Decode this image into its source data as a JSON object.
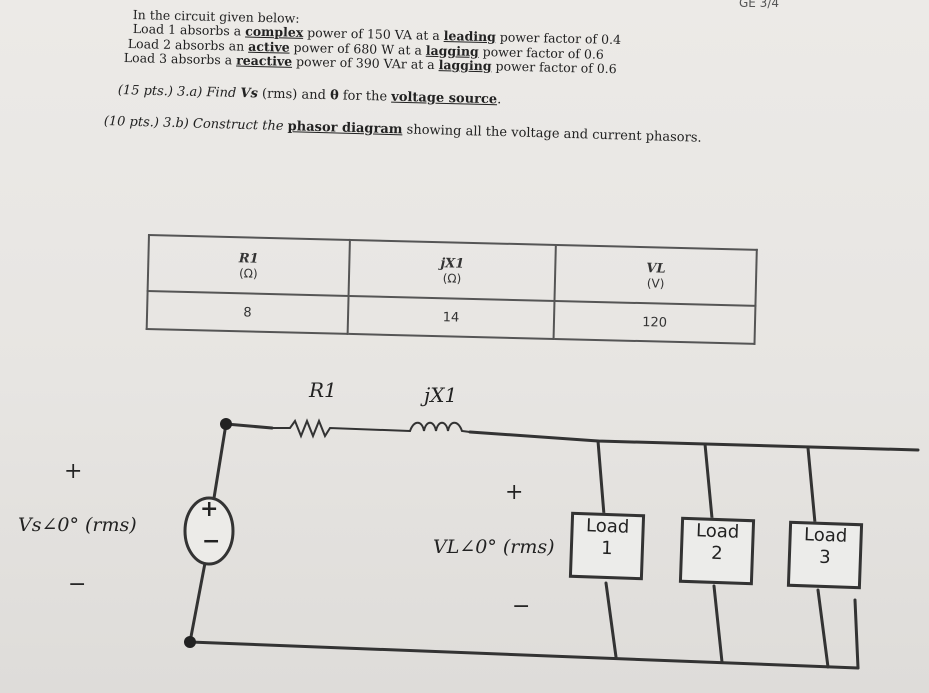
{
  "corner_label": "GE 3/4",
  "problem": {
    "intro": "In the circuit given below:",
    "load1": {
      "pre": "Load 1 absorbs a ",
      "kw": "complex",
      "mid": " power of 150 VA at a ",
      "kw2": "leading",
      "post": " power factor of 0.4"
    },
    "load2": {
      "pre": "Load 2 absorbs an ",
      "kw": "active",
      "mid": " power of 680 W at a ",
      "kw2": "lagging",
      "post": " power factor of 0.6"
    },
    "load3": {
      "pre": "Load 3 absorbs a ",
      "kw": "reactive",
      "mid": " power of 390 VAr at a ",
      "kw2": "lagging",
      "post": " power factor of 0.6"
    },
    "q_a": {
      "pts": "(15 pts.) 3.a) Find ",
      "var": "Vs",
      "mid": " (rms) and ",
      "theta": "θ",
      "pre_kw": " for the ",
      "kw": "voltage source",
      "end": "."
    },
    "q_b": {
      "pts": "(10 pts.) 3.b) Construct the ",
      "kw": "phasor diagram",
      "end": " showing all the voltage and current phasors."
    }
  },
  "table": {
    "headers": [
      {
        "sym": "R1",
        "unit": "(Ω)"
      },
      {
        "sym": "jX1",
        "unit": "(Ω)"
      },
      {
        "sym": "VL",
        "unit": "(V)"
      }
    ],
    "values": [
      "8",
      "14",
      "120"
    ]
  },
  "circuit": {
    "source_plus": "+",
    "source_minus": "−",
    "source_label": "Vs∠0° (rms)",
    "source_symbol_plus": "+",
    "source_symbol_minus": "−",
    "r1_label": "R1",
    "x1_label": "jX1",
    "vl_plus": "+",
    "vl_minus": "−",
    "vl_label": "VL∠0° (rms)",
    "loads": [
      {
        "line1": "Load",
        "line2": "1"
      },
      {
        "line1": "Load",
        "line2": "2"
      },
      {
        "line1": "Load",
        "line2": "3"
      }
    ]
  }
}
